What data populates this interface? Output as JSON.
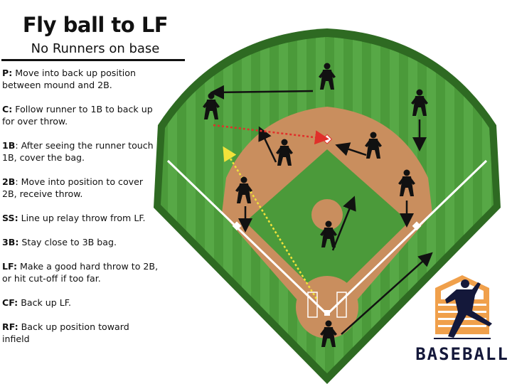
{
  "header": {
    "title": "Fly ball to LF",
    "subtitle": "No Runners on base"
  },
  "notes": [
    {
      "pos": "P:",
      "text": " Move into back up position between mound and 2B."
    },
    {
      "pos": "C:",
      "text": " Follow runner to 1B to back up for over throw."
    },
    {
      "pos": "1B",
      "text": ": After seeing the runner touch 1B, cover the bag."
    },
    {
      "pos": "2B",
      "text": ": Move into position to cover 2B, receive throw."
    },
    {
      "pos": "SS:",
      "text": " Line up relay throw from LF."
    },
    {
      "pos": "3B:",
      "text": " Stay close to 3B bag."
    },
    {
      "pos": "LF:",
      "text": " Make a good hard throw to 2B, or hit cut-off if too far."
    },
    {
      "pos": "CF:",
      "text": " Back up LF."
    },
    {
      "pos": "RF:",
      "text": " Back up position toward infield"
    }
  ],
  "logo": {
    "word": "BASEBALL"
  },
  "colors": {
    "outfield_border": "#2e6a22",
    "grass": "#4b9a3a",
    "dirt": "#c98e5e",
    "logo_orange": "#f0a04b",
    "logo_navy": "#14183a",
    "throw_red": "#e0302a",
    "path_yellow": "#f2e23a"
  }
}
